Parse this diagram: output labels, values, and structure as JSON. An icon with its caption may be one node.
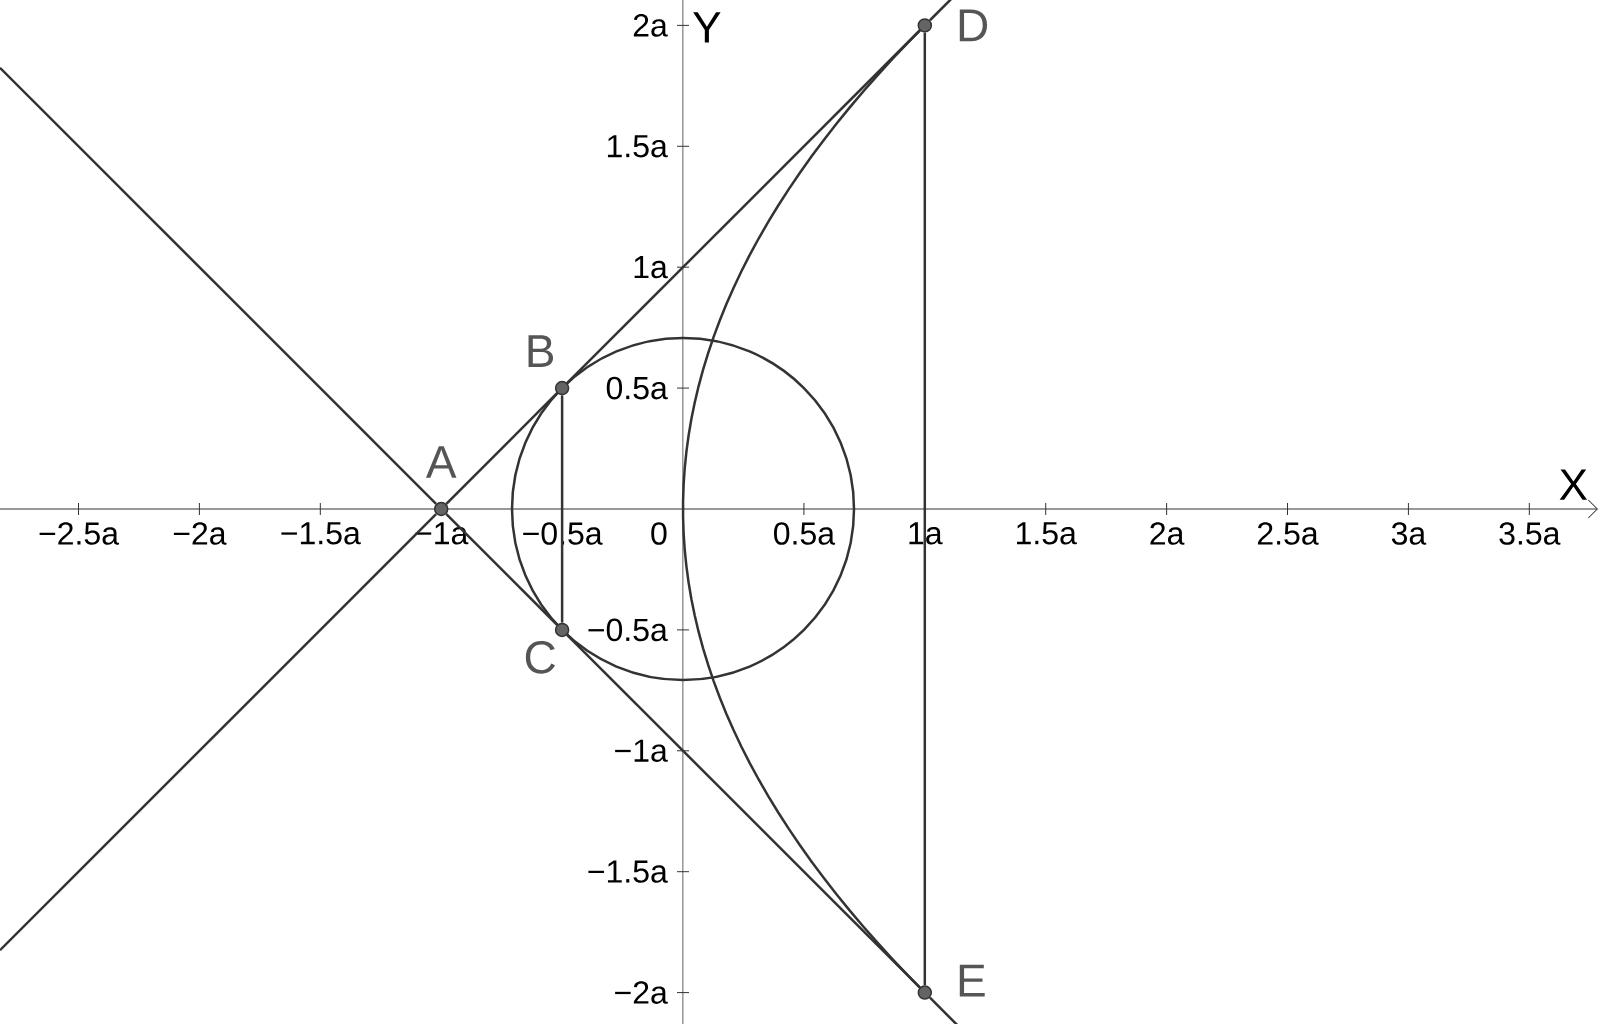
{
  "diagram": {
    "nodes": [
      {
        "text": [
          "A"
        ]
      },
      {
        "text": [
          "B"
        ]
      },
      {
        "text": [
          "C"
        ]
      },
      {
        "text": [
          "D"
        ]
      },
      {
        "text": [
          "E"
        ]
      }
    ],
    "edges": [
      {
        "from": 0,
        "to": 1,
        "arrow": "none"
      },
      {
        "from": 1,
        "to": 3,
        "arrow": "none"
      },
      {
        "from": 0,
        "to": 2,
        "arrow": "none"
      },
      {
        "from": 2,
        "to": 4,
        "arrow": "none"
      },
      {
        "from": 1,
        "to": 2,
        "arrow": "none"
      },
      {
        "from": 3,
        "to": 4,
        "arrow": "none"
      },
      {
        "from": null,
        "to": 0,
        "arrow": "none"
      },
      {
        "from": null,
        "to": 0,
        "arrow": "none"
      },
      {
        "from": 3,
        "to": null,
        "arrow": "none"
      },
      {
        "from": 4,
        "to": null,
        "arrow": "none"
      }
    ],
    "labels": [
      "2a",
      "Y",
      "1.5a",
      "1a",
      "0.5a",
      "X",
      "−2.5a",
      "−2a",
      "−1.5a",
      "−1a",
      "−0.5a",
      "0",
      "0.5a",
      "1a",
      "1.5a",
      "2a",
      "2.5a",
      "3a",
      "3.5a",
      "−0.5a",
      "−1a",
      "−1.5a",
      "−2a"
    ]
  }
}
